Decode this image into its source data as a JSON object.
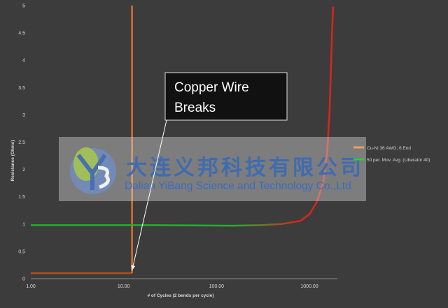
{
  "chart_data": {
    "type": "line",
    "xlabel": "# of Cycles (2 bends per cycle)",
    "ylabel": "Resistance (Ohms)",
    "xscale": "log",
    "xlim": [
      1,
      2000
    ],
    "ylim": [
      0,
      5
    ],
    "xticks": [
      "1.00",
      "10.00",
      "100.00",
      "1000.00"
    ],
    "yticks": [
      "0",
      "0.5",
      "1",
      "1.5",
      "2",
      "2.5",
      "3",
      "3.5",
      "4",
      "4.5",
      "5"
    ],
    "grid": false,
    "legend_position": "right",
    "series": [
      {
        "name": "Cu-Ni 36 AWG, 6 End",
        "color": "#e8a060",
        "x": [
          1,
          12.3,
          12.3,
          12.3
        ],
        "y": [
          0.1,
          0.1,
          0.1,
          5
        ]
      },
      {
        "name": "50 per. Mov. Avg. (Liberator 40)",
        "color": "#2ecc40",
        "x": [
          1,
          20,
          150,
          300,
          500,
          800,
          1000,
          1200,
          1400,
          1550,
          1650,
          1700,
          1750,
          1800
        ],
        "y": [
          0.98,
          0.98,
          0.97,
          0.98,
          1.0,
          1.06,
          1.18,
          1.4,
          1.75,
          2.3,
          3.1,
          3.8,
          4.5,
          4.98
        ]
      }
    ],
    "annotations": [
      {
        "text_lines": [
          "Copper Wire",
          "Breaks"
        ],
        "points_to": {
          "x": 12.3,
          "y": 0.1
        }
      }
    ]
  },
  "watermark": {
    "chinese": "大连义邦科技有限公司",
    "english": "Dalian YiBang Science and Technology Co.,Ltd"
  }
}
